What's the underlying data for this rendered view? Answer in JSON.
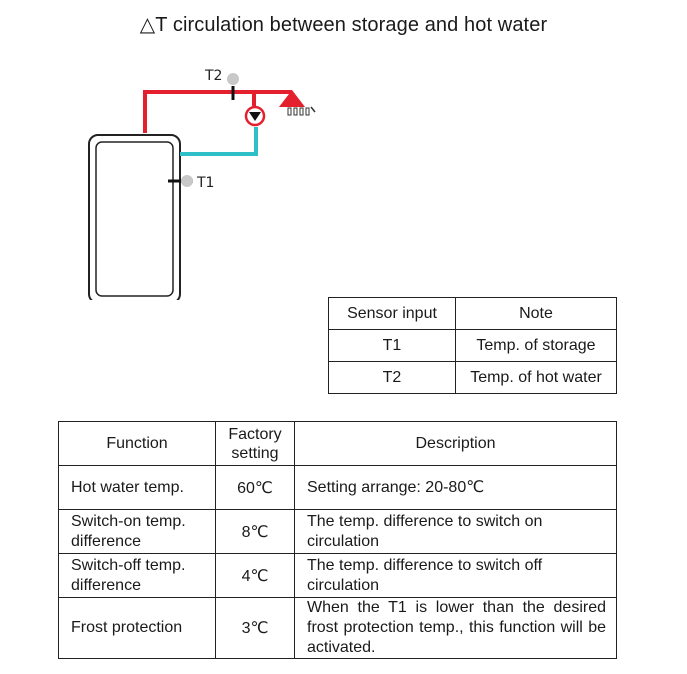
{
  "title": "△T circulation between storage and hot water",
  "diagram": {
    "labels": {
      "t2": "T2",
      "t1": "T1"
    },
    "colors": {
      "hot_pipe": "#e5202e",
      "cold_pipe": "#2ec0c6",
      "sensor": "#c8c8c8",
      "line": "#222222"
    }
  },
  "sensor_table": {
    "headers": [
      "Sensor input",
      "Note"
    ],
    "rows": [
      [
        "T1",
        "Temp. of storage"
      ],
      [
        "T2",
        "Temp. of hot water"
      ]
    ]
  },
  "function_table": {
    "headers": [
      "Function",
      "Factory setting",
      "Description"
    ],
    "rows": [
      {
        "function": "Hot water temp.",
        "setting": "60℃",
        "description": "Setting arrange: 20-80℃"
      },
      {
        "function": "Switch-on temp. difference",
        "setting": "8℃",
        "description": "The temp. difference to switch on circulation"
      },
      {
        "function": "Switch-off temp. difference",
        "setting": "4℃",
        "description": "The temp. difference to switch off circulation"
      },
      {
        "function": "Frost protection",
        "setting": "3℃",
        "description": "When the T1 is lower than the desired frost protection temp., this function will be activated."
      }
    ]
  }
}
